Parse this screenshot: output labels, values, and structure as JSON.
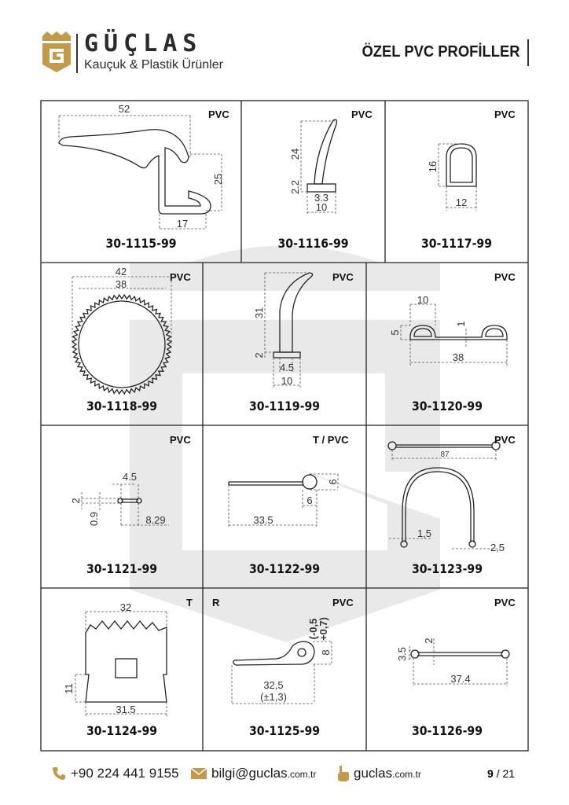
{
  "header": {
    "brand": "GÜÇLAS",
    "tagline": "Kauçuk & Plastik Ürünler",
    "page_title": "ÖZEL PVC PROFİLLER"
  },
  "colors": {
    "accent": "#c39a4b",
    "watermark": "#e8e8e8",
    "text": "#1a1a1a"
  },
  "products": [
    {
      "code": "30-1115-99",
      "material": "PVC",
      "dims": [
        "52",
        "25",
        "17"
      ]
    },
    {
      "code": "30-1116-99",
      "material": "PVC",
      "dims": [
        "24",
        "2.2",
        "3.3",
        "10"
      ]
    },
    {
      "code": "30-1117-99",
      "material": "PVC",
      "dims": [
        "16",
        "12"
      ]
    },
    {
      "code": "30-1118-99",
      "material": "PVC",
      "dims": [
        "42",
        "38"
      ]
    },
    {
      "code": "30-1119-99",
      "material": "PVC",
      "dims": [
        "31",
        "2",
        "4.5",
        "10"
      ]
    },
    {
      "code": "30-1120-99",
      "material": "PVC",
      "dims": [
        "10",
        "5",
        "1",
        "38"
      ]
    },
    {
      "code": "30-1121-99",
      "material": "PVC",
      "dims": [
        "4.5",
        "2",
        "0.9",
        "8.29"
      ]
    },
    {
      "code": "30-1122-99",
      "material": "T / PVC",
      "dims": [
        "6",
        "6",
        "33.5"
      ]
    },
    {
      "code": "30-1123-99",
      "material": "PVC",
      "dims": [
        "87",
        "1,5",
        "2,5"
      ]
    },
    {
      "code": "30-1124-99",
      "material": "T",
      "dims": [
        "32",
        "11",
        "31.5"
      ]
    },
    {
      "code": "30-1125-99",
      "material": "PVC",
      "extra_label": "R",
      "dims": [
        "(-0,5",
        "+0,7)",
        "8",
        "32,5",
        "(±1,3)"
      ]
    },
    {
      "code": "30-1126-99",
      "material": "PVC",
      "dims": [
        "2",
        "3.5",
        "37.4"
      ]
    }
  ],
  "footer": {
    "phone": "+90 224 441 9155",
    "email_main": "bilgi@guclas",
    "email_suffix": ".com.tr",
    "web_main": "guclas",
    "web_suffix": ".com.tr",
    "page_current": "9",
    "page_total": "/ 21",
    "icons": [
      "phone-icon",
      "envelope-icon",
      "pointing-hand-icon"
    ]
  }
}
